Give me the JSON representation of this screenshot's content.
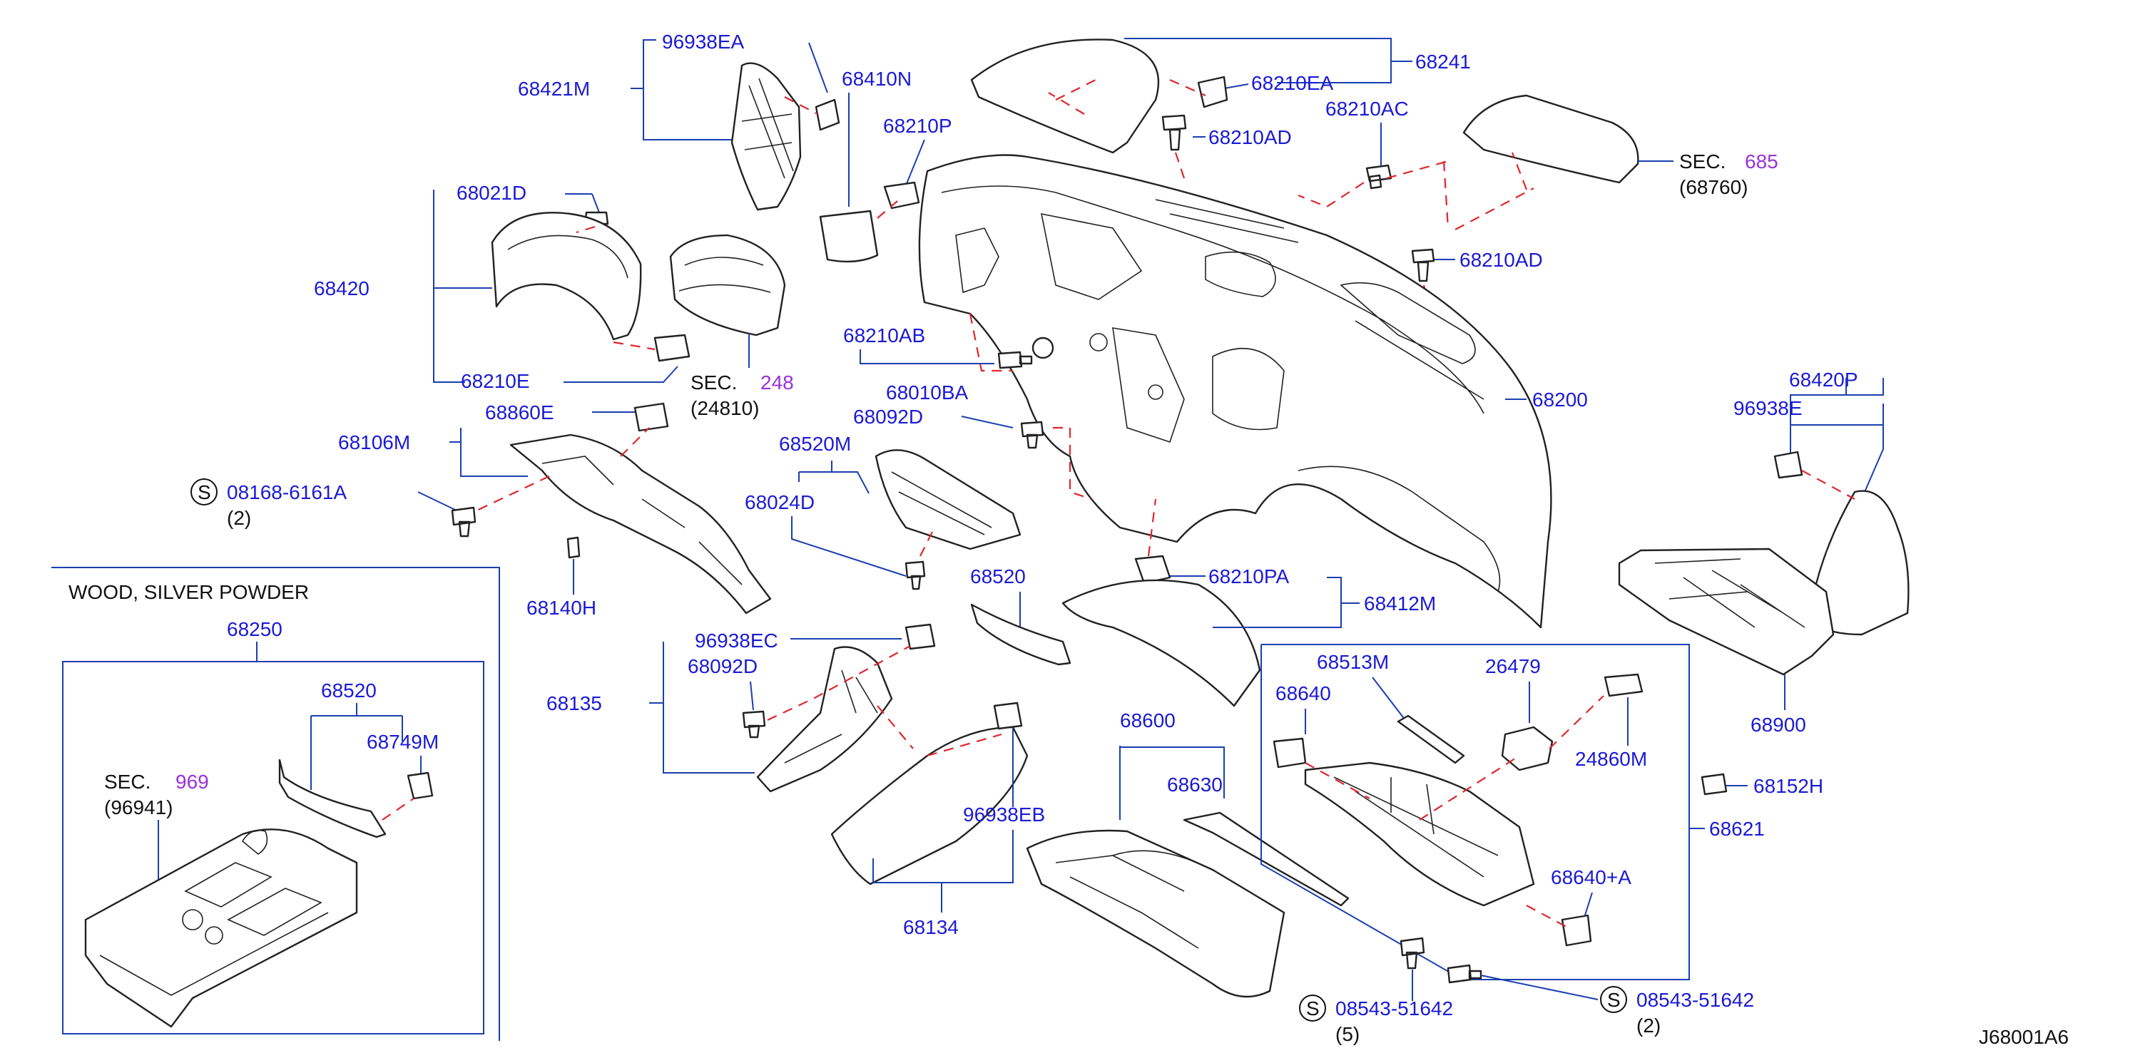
{
  "diagram_id": "J68001A6",
  "inset": {
    "title": "WOOD,  SILVER  POWDER",
    "assembly": "68250",
    "parts": [
      "68520",
      "68749M"
    ],
    "sec_label": "SEC.",
    "sec_num": "969",
    "sec_ref": "(96941)"
  },
  "sections": [
    {
      "label": "SEC.",
      "num": "248",
      "ref": "(24810)"
    },
    {
      "label": "SEC.",
      "num": "685",
      "ref": "(68760)"
    }
  ],
  "screw_refs": [
    {
      "symbol": "S",
      "code": "08168-6161A",
      "qty": "(2)"
    },
    {
      "symbol": "S",
      "code": "08543-51642",
      "qty": "(5)"
    },
    {
      "symbol": "S",
      "code": "08543-51642",
      "qty": "(2)"
    }
  ],
  "labels": {
    "p96938EA": "96938EA",
    "p68421M": "68421M",
    "p68410N": "68410N",
    "p68210P": "68210P",
    "p68241": "68241",
    "p68210EA": "68210EA",
    "p68210AD_a": "68210AD",
    "p68210AC": "68210AC",
    "p68021D": "68021D",
    "p68420": "68420",
    "p68210E": "68210E",
    "p68210AD_b": "68210AD",
    "p68210AB": "68210AB",
    "p68010BA": "68010BA",
    "p68092D_a": "68092D",
    "p68200": "68200",
    "p68106M": "68106M",
    "p68860E": "68860E",
    "p68520M": "68520M",
    "p68024D": "68024D",
    "p68420P": "68420P",
    "p96938E": "96938E",
    "p68140H": "68140H",
    "p68520": "68520",
    "p68210PA": "68210PA",
    "p68412M": "68412M",
    "p96938EC": "96938EC",
    "p68092D_b": "68092D",
    "p68135": "68135",
    "p68513M": "68513M",
    "p26479": "26479",
    "p68640": "68640",
    "p68900": "68900",
    "p68600": "68600",
    "p24860M": "24860M",
    "p68630": "68630",
    "p68152H": "68152H",
    "p96938EB": "96938EB",
    "p68621": "68621",
    "p68640A": "68640+A",
    "p68134": "68134"
  }
}
